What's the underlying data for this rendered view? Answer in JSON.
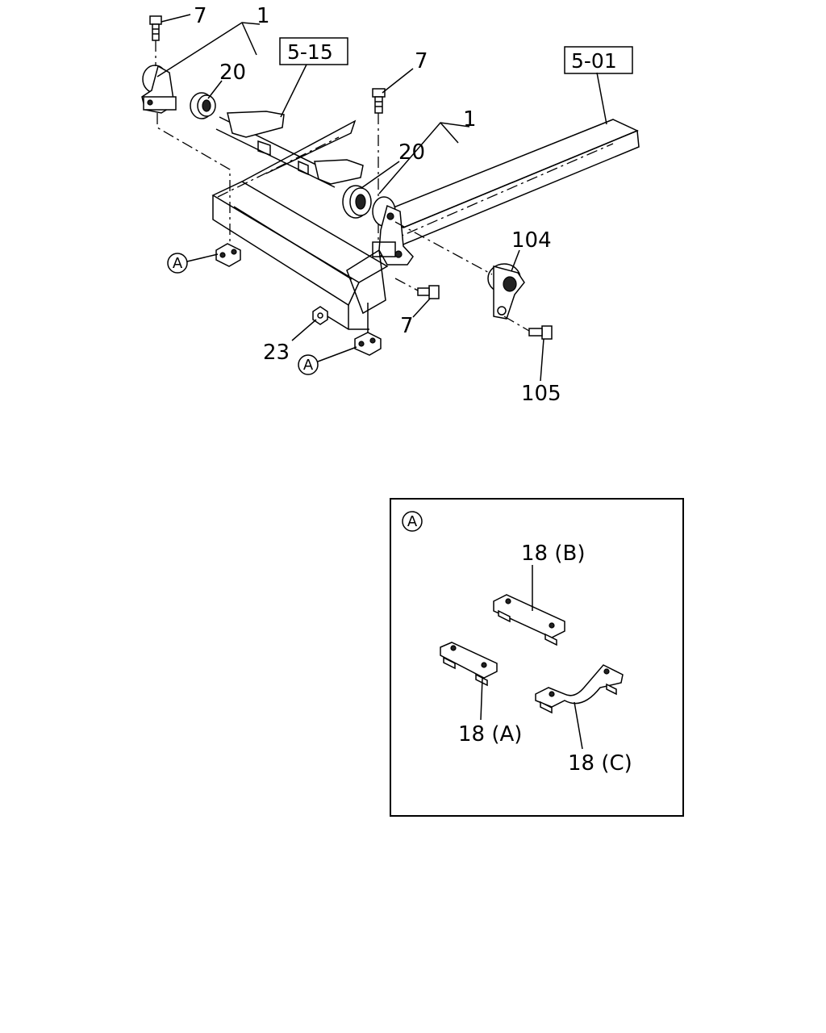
{
  "diagram": {
    "callouts": {
      "bolt_top_left": "7",
      "bracket_top_left": "1",
      "bushing_top_left": "20",
      "ref_box_left": "5-15",
      "bolt_top_center": "7",
      "bracket_right": "1",
      "bushing_right": "20",
      "ref_box_right": "5-01",
      "bracket_104": "104",
      "bolt_105": "105",
      "bolt_lower_center": "7",
      "nut_23": "23"
    },
    "detail_markers": {
      "left_marker": "A",
      "lower_marker": "A"
    },
    "detail_box": {
      "marker": "A",
      "plate_b": "18 (B)",
      "plate_a": "18 (A)",
      "plate_c": "18 (C)"
    }
  }
}
